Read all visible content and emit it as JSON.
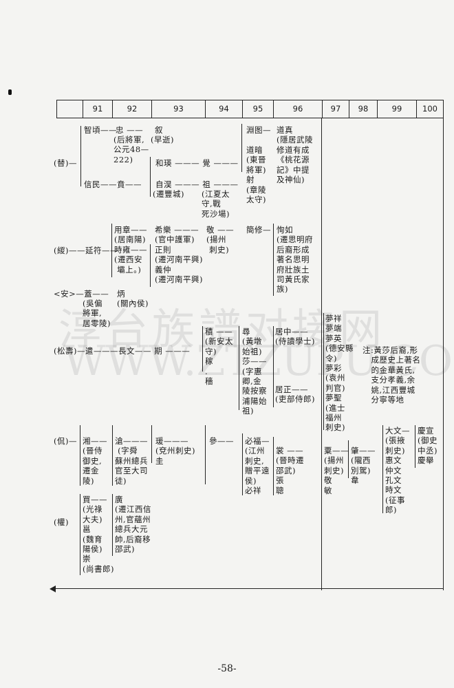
{
  "header": {
    "generations": [
      "",
      "91",
      "92",
      "93",
      "94",
      "95",
      "96",
      "97",
      "98",
      "99",
      "100"
    ]
  },
  "watermark": {
    "cn": "淳台族譜对接网",
    "en": "WWW.ZTZUPU.COM"
  },
  "branch_ti": {
    "root": "(替)—",
    "zhiqing": "智頃——",
    "zhong": "忠 ——",
    "zhong_note": "(后將軍,\n公元48—\n222)",
    "xu": "叙",
    "xu_note": "(早逝)",
    "xinmin": "信民——賁——",
    "heying": "和瑛 ——— 覺 ———",
    "zihao": "自淏 ——— 祖 ———",
    "zihao_note": "(遷豐城)",
    "zu_note": "(江夏太\n守,戰\n死沙場)",
    "yuan": "淵图—",
    "daoan": "道暗\n(東晉\n將軍)\n射\n(章陵\n太守)",
    "daozhen": "道真\n(隱居武陵\n修道有成\n《桃花源\n記》中提\n及神仙)"
  },
  "branch_ying": {
    "root": "(緵)——延符——",
    "col92": "用章——\n(居南陽)\n時雍——\n(遷西安\n 壩上。)",
    "col93": "希樂 ———\n(官中護軍)\n正則\n(遷河南平興)\n義仲\n(遷河南平興)",
    "col94": "敬 ——\n(揚州\n 刺史)",
    "col95": "簡修—",
    "col96": "恂如\n(遷思明府\n后裔形成\n著名思明\n府壯族土\n司黃氏家\n族)"
  },
  "branch_an": {
    "root": "<安>—蓋——",
    "gai_note": "(吳偏\n將軍,\n居零陵)",
    "bing": "炳\n(關內侯)"
  },
  "branch_songshou": {
    "root": "(松壽)—遣———長文—— 期 ———",
    "col94": "積 ——\n(新安太\n守)\n稼\n.\n穡",
    "col95": "尋\n(黃墩\n始祖)\n莎——\n(字惠\n卿,金\n陵按察\n浦陽始\n祖)",
    "juzhong": "居中——\n(侍讀學士)",
    "juzheng": "居正——\n(吏部侍郎)",
    "col97": "夢祥\n夢端\n夢英\n(德安縣\n令)\n夢彩\n(袁州\n判官)\n夢聖\n(進士\n福州\n刺史)",
    "note": "注:黃莎后裔,形\n   成歷史上著名\n   的金華黃氏,\n   支分孝義,余\n   姚,江西豐城\n   分寧等地"
  },
  "branch_kan": {
    "root": "(侃)—",
    "col91": "湘——\n(晉侍\n御史,\n遷金\n陵)",
    "col92": "滄———\n (字舜\n蘇州總兵\n官至大司\n徒)",
    "col93": "瑗———\n(兗州刺史)\n圭",
    "col94": "參——",
    "col95": "必福—\n(江州\n刺史,\n贈平遠\n侯)\n必祥",
    "col96": "裳 ——\n(晉時遷\n邵武)\n張\n聰",
    "col97": "粟——\n(揚州\n刺史)\n敬\n敏",
    "col98": "肇——\n(隴西\n別駕)\n韋",
    "col99": "大文—\n(張掖\n刺史)\n惠文\n仲文\n孔文\n時文\n(征事\n郎)",
    "col100": "慶宣\n(御史\n中丞)\n慶舉"
  },
  "branch_quan": {
    "root": "(權)",
    "col91": "買——\n(光祿\n大夫)\n邕\n(魏育\n陽侯)\n崇\n(尚書郎)",
    "col92": "廣\n(遷江西信\n州,官蘊州\n總兵大元\n帥,后裔移\n邵武)"
  },
  "footer": {
    "page_number": "-58-"
  }
}
